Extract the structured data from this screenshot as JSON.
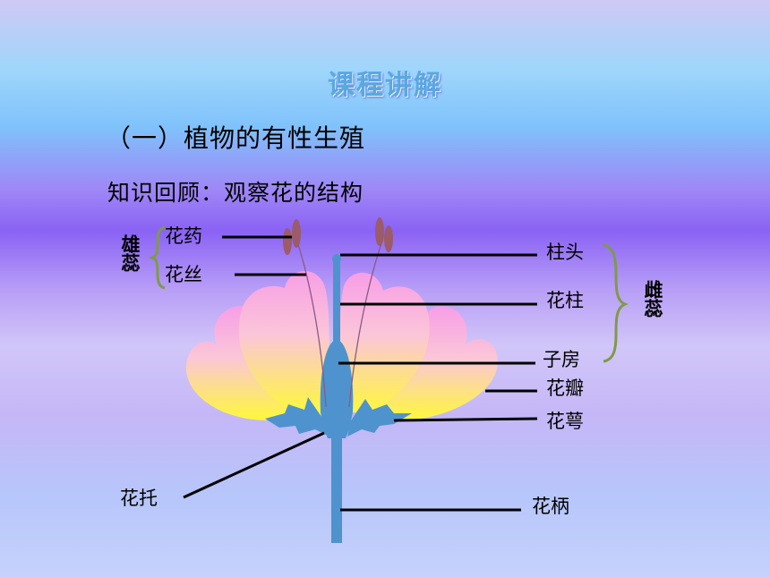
{
  "slide": {
    "title": "课程讲解",
    "heading": "（一）植物的有性生殖",
    "subheading": "知识回顾：观察花的结构"
  },
  "labels": {
    "anther": "花药",
    "filament": "花丝",
    "stamen": "雄蕊",
    "stigma": "柱头",
    "style": "花柱",
    "ovary": "子房",
    "pistil": "雌蕊",
    "petal": "花瓣",
    "sepal": "花萼",
    "receptacle": "花托",
    "pedicel": "花柄"
  },
  "colors": {
    "stem": "#4e93cd",
    "petal_top": "#f7a6e6",
    "petal_bottom": "#fdf85a",
    "anther": "#9b5b69",
    "bracket": "#7f9a48"
  }
}
